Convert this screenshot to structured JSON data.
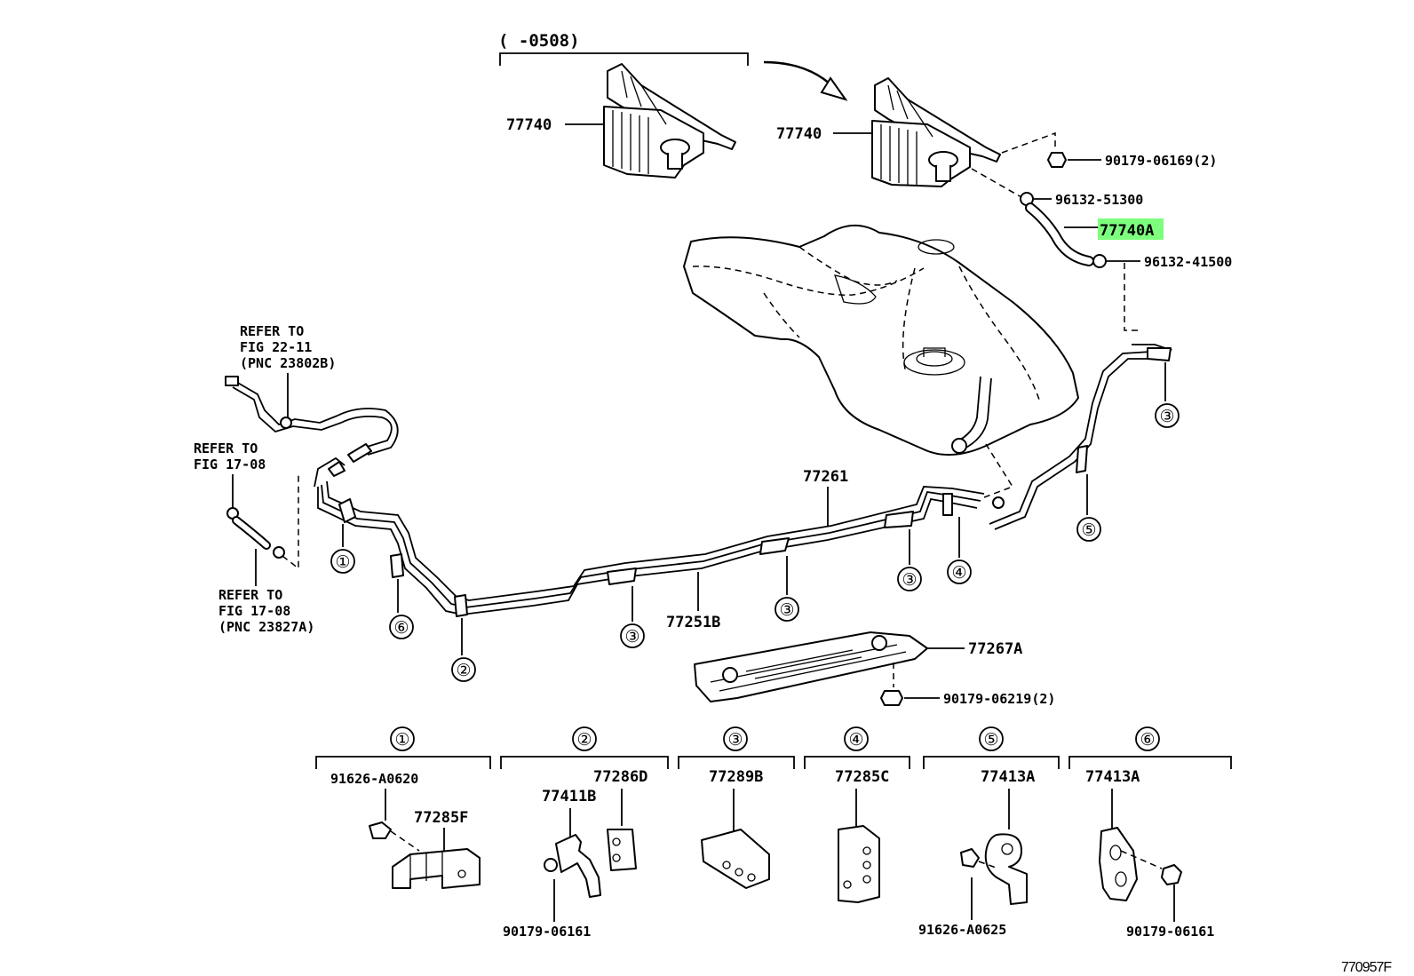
{
  "header": {
    "date_range": "(      -0508)"
  },
  "labels": {
    "canister_left": "77740",
    "canister_right": "77740",
    "nut_top": "90179-06169(2)",
    "clip_upper": "96132-51300",
    "hose_highlighted": "77740A",
    "clip_lower": "96132-41500",
    "fuel_tube_main": "77261",
    "fuel_tube_sub": "77251B",
    "protector": "77267A",
    "nut_protector": "90179-06219(2)"
  },
  "references": {
    "ref1": [
      "REFER TO",
      "FIG 22-11",
      "(PNC 23802B)"
    ],
    "ref2": [
      "REFER TO",
      "FIG 17-08"
    ],
    "ref3": [
      "REFER TO",
      "FIG 17-08",
      "(PNC 23827A)"
    ]
  },
  "callouts": {
    "c1": "①",
    "c2": "②",
    "c3": "③",
    "c4": "④",
    "c5": "⑤",
    "c6": "⑥"
  },
  "legend": [
    {
      "mark": "①",
      "parts": [
        "91626-A0620",
        "77285F"
      ]
    },
    {
      "mark": "②",
      "parts": [
        "77286D",
        "77411B",
        "90179-06161"
      ]
    },
    {
      "mark": "③",
      "parts": [
        "77289B"
      ]
    },
    {
      "mark": "④",
      "parts": [
        "77285C"
      ]
    },
    {
      "mark": "⑤",
      "parts": [
        "77413A",
        "91626-A0625"
      ]
    },
    {
      "mark": "⑥",
      "parts": [
        "77413A",
        "90179-06161"
      ]
    }
  ],
  "figure_id": "770957F",
  "colors": {
    "highlight": "#7dff7d",
    "ink": "#000000"
  }
}
